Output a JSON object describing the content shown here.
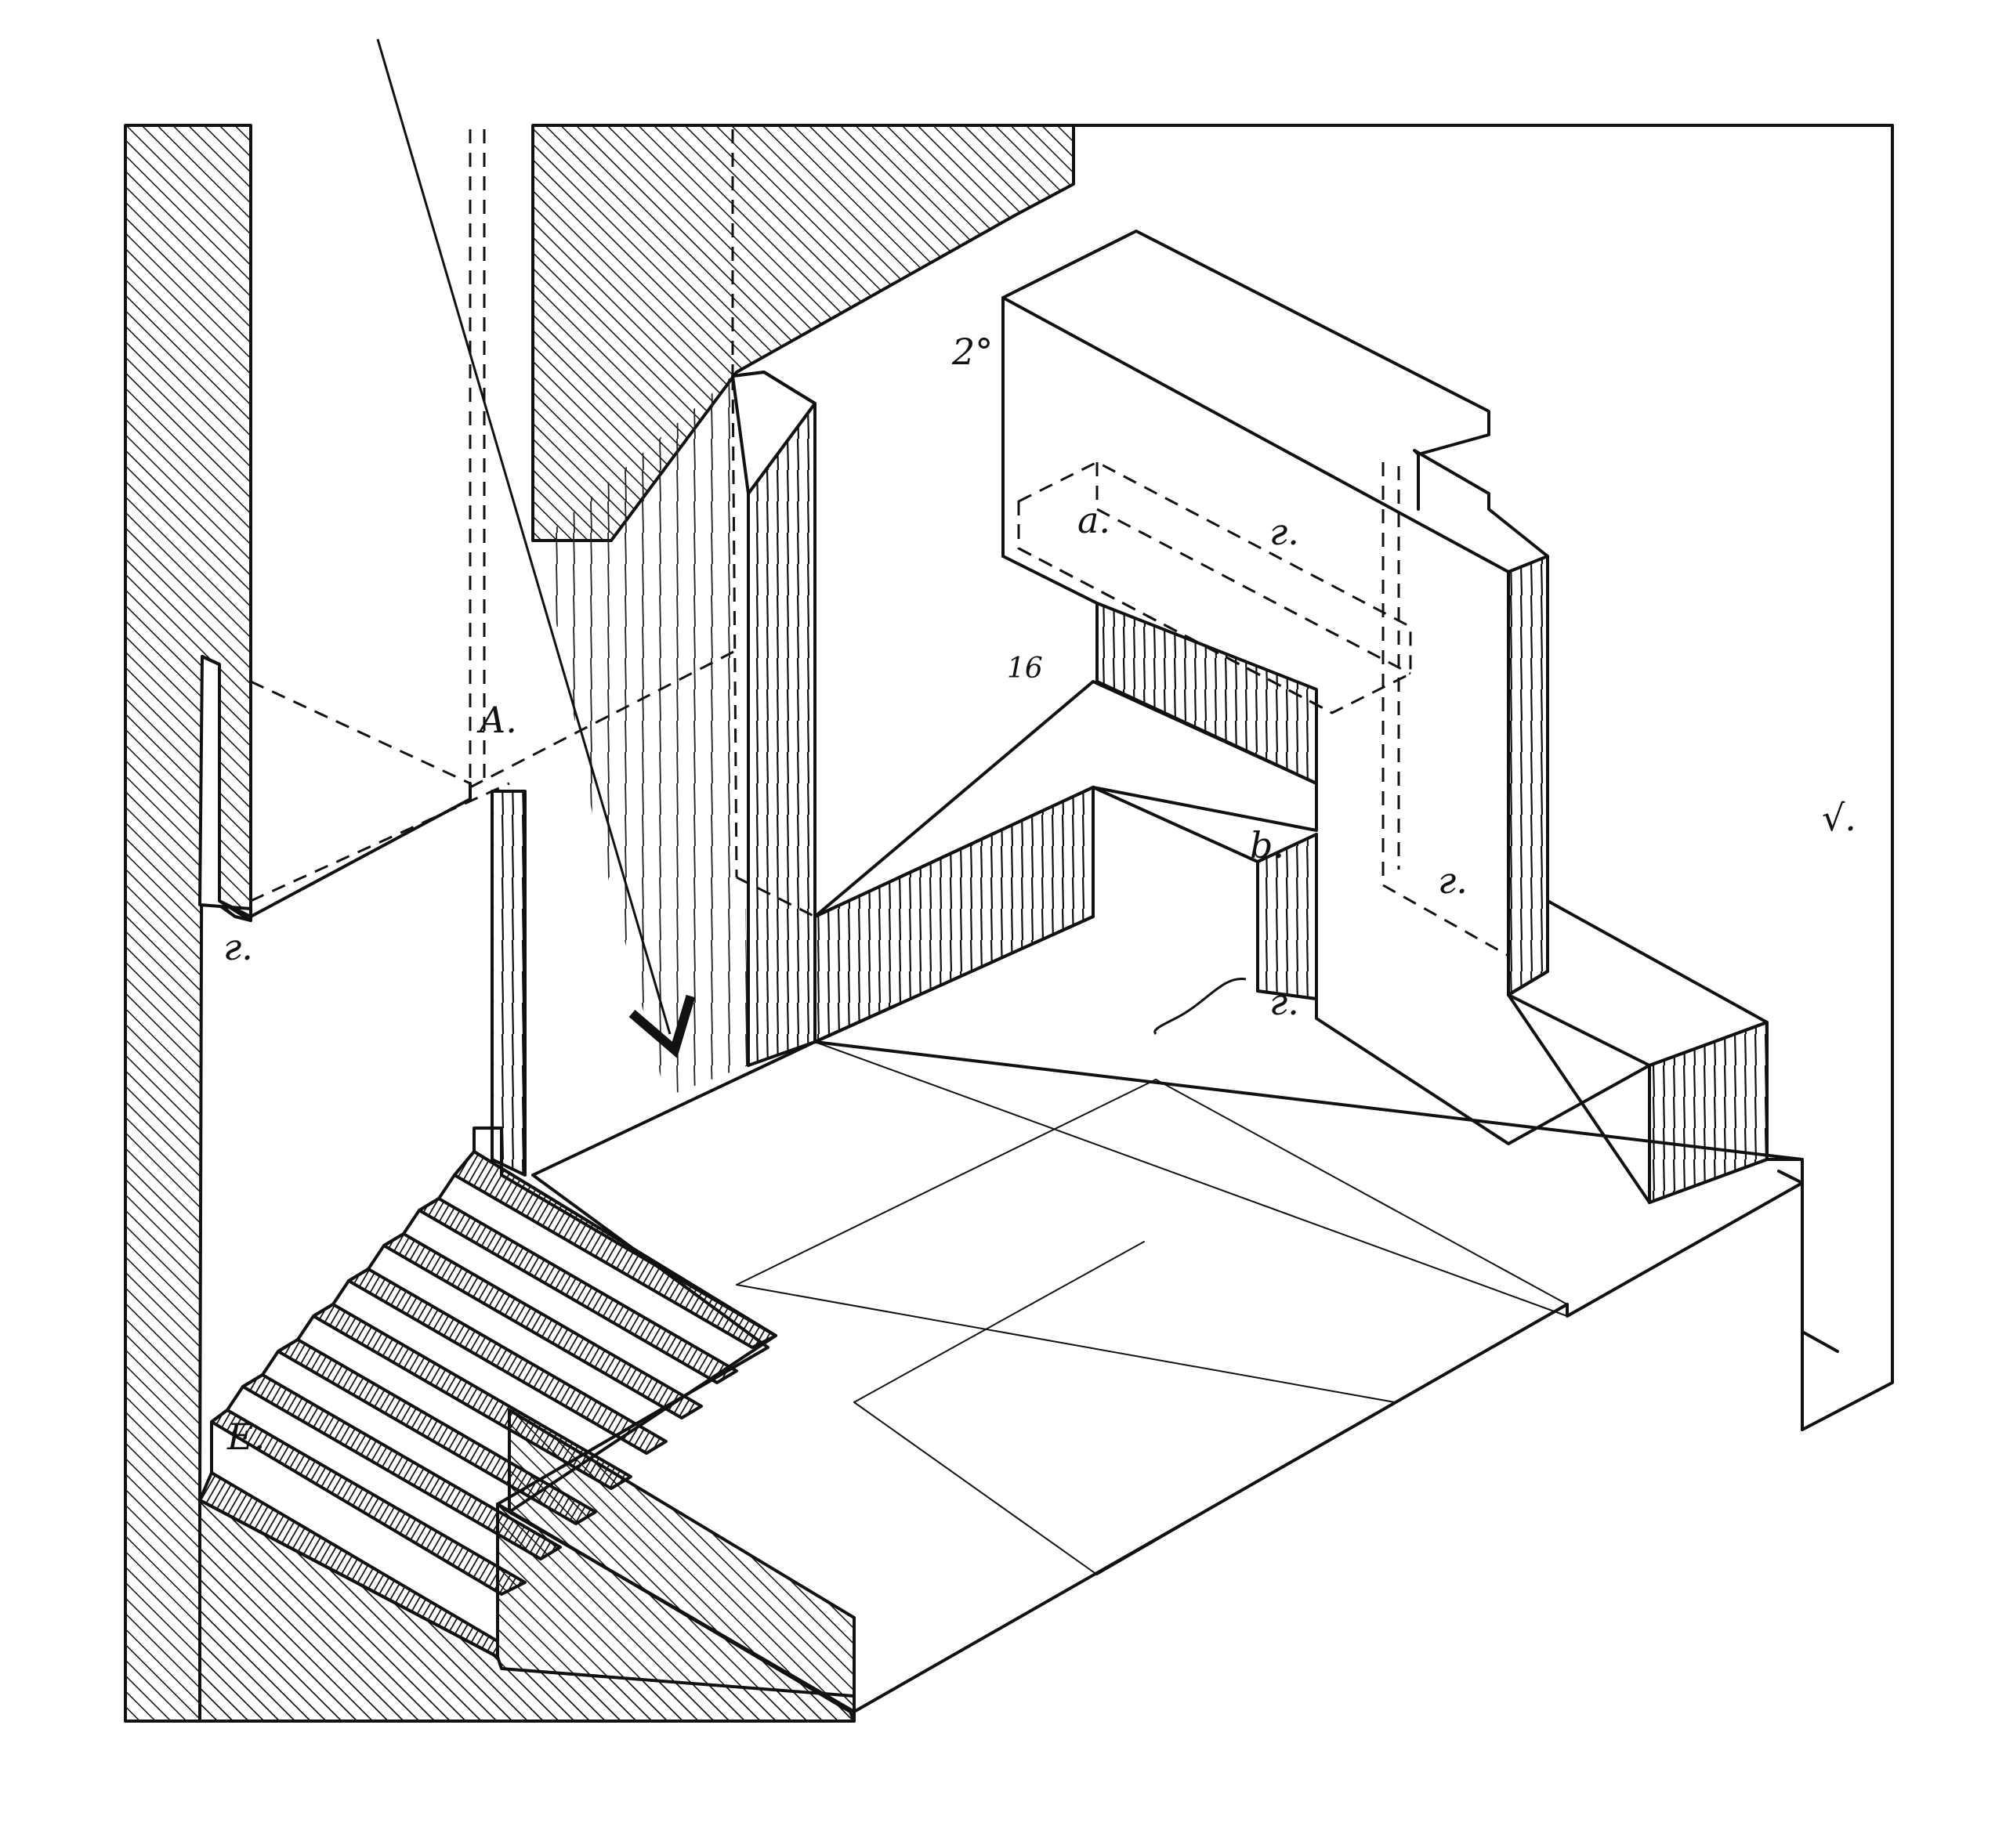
{
  "labels": {
    "A": "A.",
    "E": "E.",
    "a": "a.",
    "b": "b.",
    "V": "√.",
    "r_window": "г.",
    "r_left": "г.",
    "r_right": "г.",
    "r_bottom": "г.",
    "num_20": "2°",
    "num_16": "16"
  },
  "colors": {
    "ink": "#111111",
    "paper": "#ffffff"
  }
}
